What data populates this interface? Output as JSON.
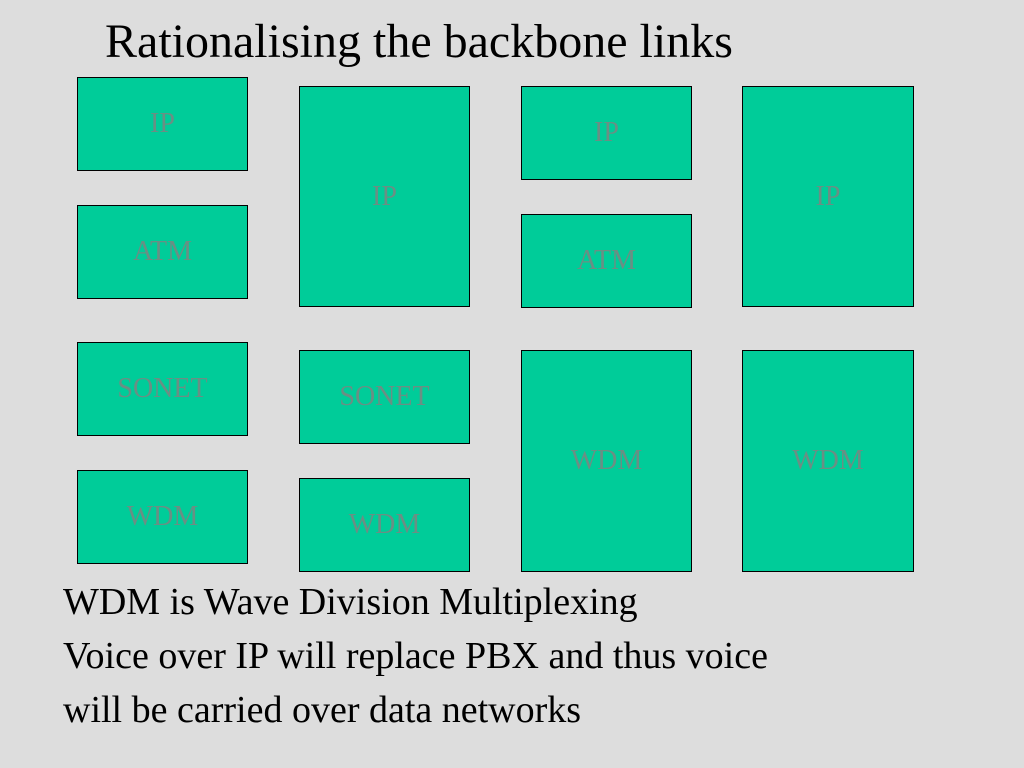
{
  "slide": {
    "title": "Rationalising the backbone links"
  },
  "stacks": [
    {
      "layers": [
        "IP",
        "ATM",
        "SONET",
        "WDM"
      ]
    },
    {
      "layers": [
        "IP",
        "SONET",
        "WDM"
      ]
    },
    {
      "layers": [
        "IP",
        "ATM",
        "WDM"
      ]
    },
    {
      "layers": [
        "IP",
        "WDM"
      ]
    }
  ],
  "notes": {
    "line1": "WDM is Wave Division Multiplexing",
    "line2": "Voice over IP will replace PBX and thus voice",
    "line3": "will be carried over data networks"
  },
  "colors": {
    "background": "#dddddd",
    "block_fill": "#00cc99",
    "block_label": "#6a8f84"
  }
}
